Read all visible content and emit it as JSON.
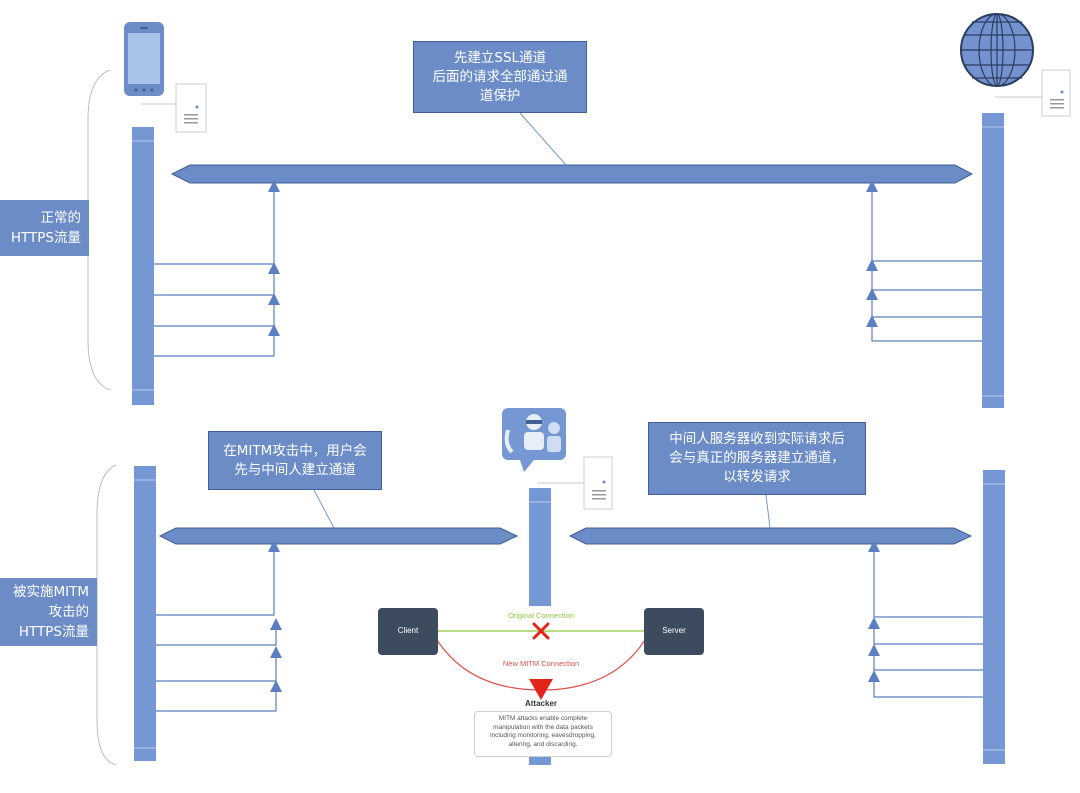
{
  "sections": {
    "normal_label": [
      "正常的",
      "HTTPS流量"
    ],
    "mitm_label": [
      "被实施MITM",
      "攻击的",
      "HTTPS流量"
    ]
  },
  "notes": {
    "ssl_tunnel": [
      "先建立SSL通道",
      "后面的请求全部通过通",
      "道保护"
    ],
    "mitm_client": [
      "在MITM攻击中，用户会",
      "先与中间人建立通道"
    ],
    "mitm_server": [
      "中间人服务器收到实际请求后",
      "会与真正的服务器建立通道，",
      "以转发请求"
    ]
  },
  "inset": {
    "client": "Client",
    "server": "Server",
    "original_connection": "Original Connection",
    "new_connection": "New MITM Connection",
    "attacker": "Attacker",
    "description": [
      "MITM attacks enable complete",
      "manipulation with the data packets",
      "including monitoring, eavesdropping,",
      "altering, and discarding."
    ]
  },
  "colors": {
    "lifeline": "#7597d4",
    "note_fill": "#6b8cc7",
    "arrow": "#5b7fc0",
    "original_connection": "#8dc63f",
    "new_connection": "#d9534f",
    "node_box": "#3d4b5f"
  },
  "icons": [
    "phone-icon",
    "globe-icon",
    "server-icon",
    "attacker-icon"
  ]
}
